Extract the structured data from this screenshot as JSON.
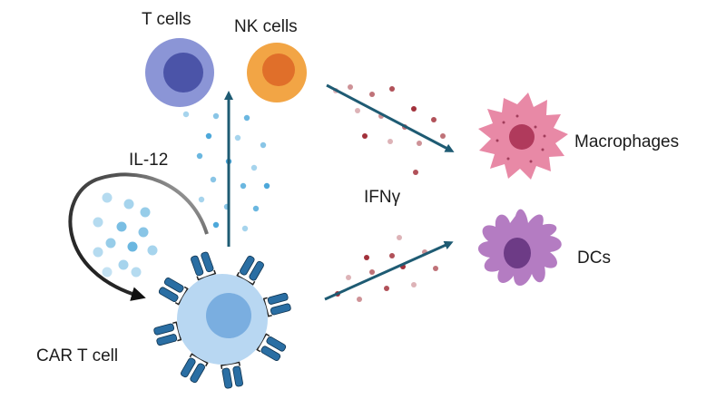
{
  "labels": {
    "t_cells": "T cells",
    "nk_cells": "NK cells",
    "macrophages": "Macrophages",
    "dcs": "DCs",
    "il12": "IL-12",
    "ifng": "IFNγ",
    "car_t_cell": "CAR T cell"
  },
  "colors": {
    "t_cell_outer": "#8b95d6",
    "t_cell_inner": "#4b54a8",
    "nk_cell_outer": "#f2a545",
    "nk_cell_inner": "#e06f2a",
    "macrophage_body": "#e889a6",
    "macrophage_nucleus": "#b03a5c",
    "dc_body": "#b47cc2",
    "dc_nucleus": "#6d3b86",
    "car_t_outer": "#b8d7f2",
    "car_t_inner": "#7aaee0",
    "receptor": "#2a6ea3",
    "il12_dot": "#3a9fd6",
    "ifng_dot": "#9d2630",
    "arrow": "#1e5b73"
  }
}
